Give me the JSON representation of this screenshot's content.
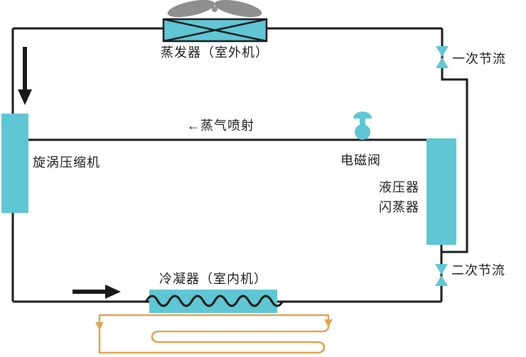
{
  "labels": {
    "evaporator": "蒸发器（室外机）",
    "primary_throttle": "一次节流",
    "compressor": "旋涡压缩机",
    "vapor_injection": "←蒸气喷射",
    "solenoid_valve": "电磁阀",
    "tank_line1": "液压器",
    "tank_line2": "闪蒸器",
    "secondary_throttle": "二次节流",
    "condenser": "冷凝器（室内机）"
  },
  "colors": {
    "component_cyan": "#5fc6d4",
    "pipe_black": "#1a1a1a",
    "fan_gray": "#8e8e8e",
    "floor_coil_orange": "#e0a250"
  }
}
